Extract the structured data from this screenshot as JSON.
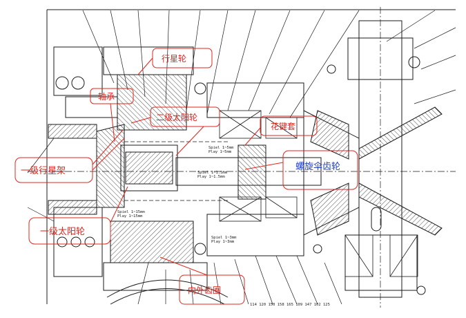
{
  "callouts": {
    "planet_gear": "行星轮",
    "bearing": "轴承",
    "first_sun_gear": "一级太阳轮",
    "first_carrier": "一级行星架",
    "second_sun_gear": "二级太阳轮",
    "spline": "花键套",
    "spiral_bevel": "螺旋伞齿轮",
    "inner_ring": "内外齿圈"
  },
  "dimensions": {
    "d1a": "Spiel 1~1.5mm",
    "d1b": "Play 1~1.5mm",
    "d2a": "Spiel 1~5mm",
    "d2b": "Play 1~5mm",
    "d3a": "Spiel 1~15mm",
    "d3b": "Play 1~15mm",
    "d4a": "Spiel 1~3mm",
    "d4b": "Play 1~3mm"
  },
  "bottom_numbers": "114  120  150  158  165  109  147  102  125",
  "colors": {
    "line": "#1a1a1a",
    "callout_red": "#e0241b",
    "callout_blue": "#1f3fc0"
  }
}
